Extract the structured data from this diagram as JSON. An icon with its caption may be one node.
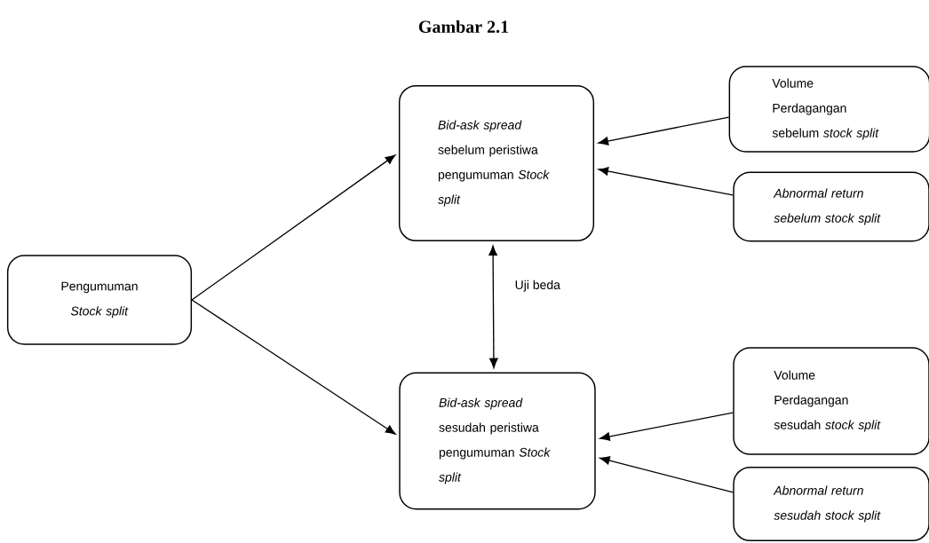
{
  "diagram": {
    "title": "Gambar 2.1",
    "nodes": [
      {
        "text": [
          "Pengumuman *Stock split*"
        ]
      },
      {
        "text": [
          "*Bid-ask spread* sebelum peristiwa pengumuman *Stock split*"
        ]
      },
      {
        "text": [
          "Volume Perdagangan sebelum *stock split*"
        ]
      },
      {
        "text": [
          "Abnormal return sebelum stock split"
        ]
      },
      {
        "text": [
          "*Bid-ask spread* sesudah peristiwa pengumuman *Stock split*"
        ]
      },
      {
        "text": [
          "Volume Perdagangan sesudah *stock split*"
        ]
      },
      {
        "text": [
          "Abnormal return sesudah stock split"
        ]
      }
    ],
    "edges": [
      {
        "from": 0,
        "to": 1,
        "arrow": "to"
      },
      {
        "from": 0,
        "to": 4,
        "arrow": "to"
      },
      {
        "from": 2,
        "to": 1,
        "arrow": "to"
      },
      {
        "from": 3,
        "to": 1,
        "arrow": "to"
      },
      {
        "from": 1,
        "to": 4,
        "arrow": "both",
        "label": "Uji beda"
      },
      {
        "from": 5,
        "to": 4,
        "arrow": "to"
      },
      {
        "from": 6,
        "to": 4,
        "arrow": "to"
      }
    ]
  }
}
